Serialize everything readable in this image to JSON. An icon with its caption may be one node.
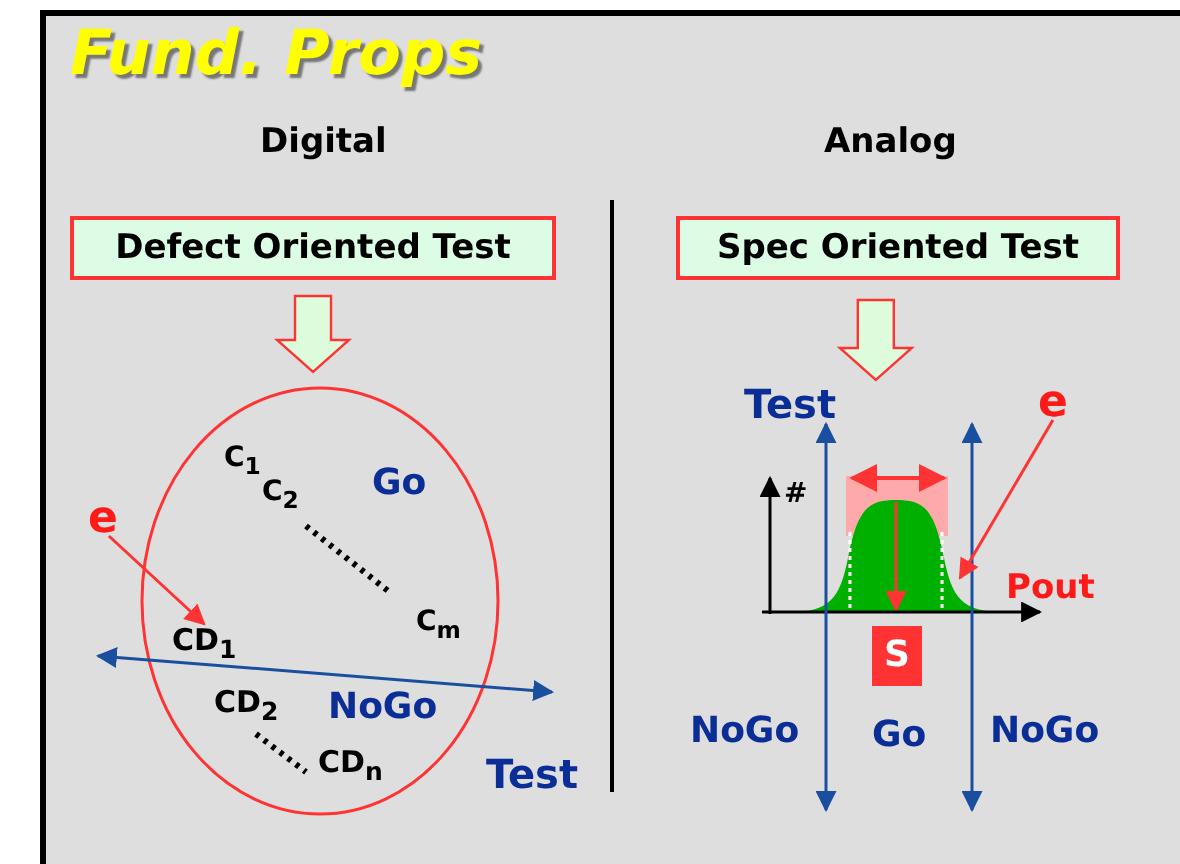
{
  "diagram": {
    "title": "Fund. Props",
    "nodes": [
      {
        "text": [
          "Defect Oriented Test"
        ]
      },
      {
        "text": [],
        "shape": "circle"
      },
      {
        "text": [
          "e"
        ]
      },
      {
        "text": [
          "CD$_{1}$"
        ],
        "in": 1
      },
      {
        "text": [
          "Spec Oriented Test"
        ]
      },
      {
        "text": [],
        "shape": "picture"
      },
      {
        "text": [
          "e"
        ]
      }
    ],
    "edges": [
      {
        "from": 0,
        "to": 1,
        "arrow": "to",
        "style": "thick"
      },
      {
        "from": 2,
        "to": 3,
        "arrow": "to",
        "color": "#ff3333"
      },
      {
        "from": 4,
        "to": 5,
        "arrow": "to",
        "style": "thick"
      },
      {
        "from": 6,
        "to": 5,
        "arrow": "to",
        "color": "#ff3333"
      }
    ],
    "labels": [
      "Digital",
      "Analog",
      "C$_{1}$",
      "C$_{2}$",
      "Go",
      "C$_{m}$",
      "CD$_{2}$",
      "NoGo",
      "CD$_{n}$",
      "Test",
      "Test",
      "#",
      "Pout",
      "S",
      "NoGo",
      "Go",
      "NoGo"
    ]
  }
}
